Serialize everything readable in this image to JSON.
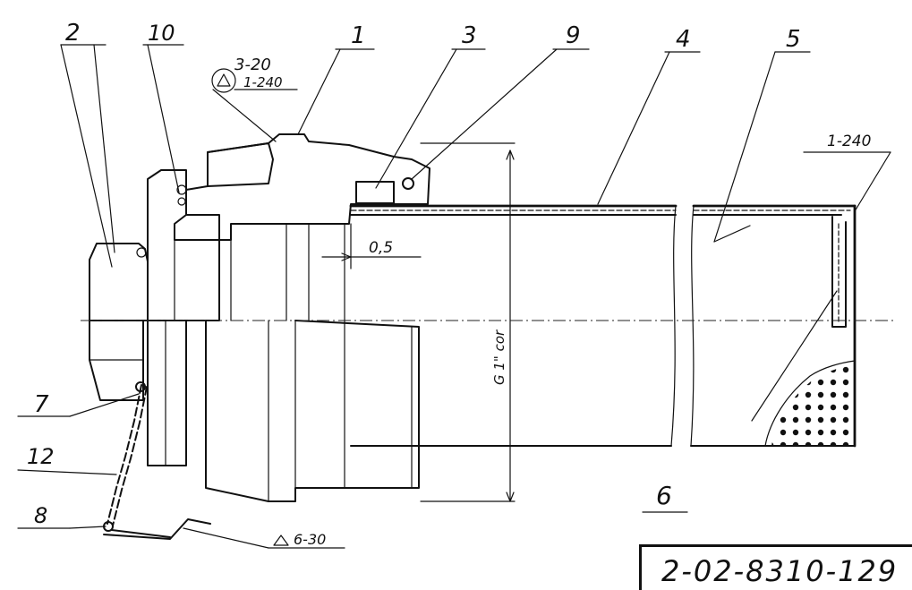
{
  "callouts": {
    "c1": "1",
    "c2": "2",
    "c3": "3",
    "c4": "4",
    "c5": "5",
    "c6": "6",
    "c7": "7",
    "c8": "8",
    "c9": "9",
    "c10": "10",
    "c12": "12"
  },
  "welds": {
    "w1": "3-20",
    "w1b": "1-240",
    "w2": "1-240",
    "w3": "6-30"
  },
  "dimensions": {
    "gap": "0,5",
    "diameter": "G 1\" cor"
  },
  "document_number": "2-02-8310-129"
}
